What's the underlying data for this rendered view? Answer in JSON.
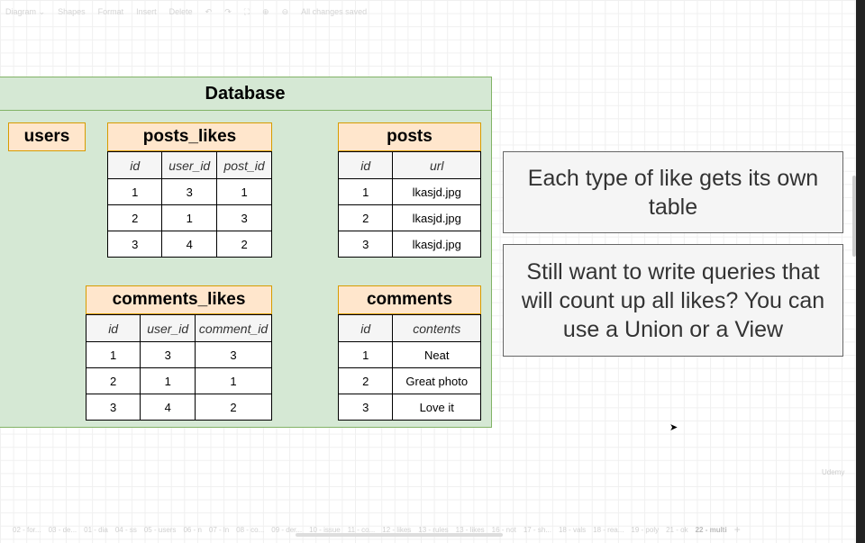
{
  "toolbar": {
    "diagram": "Diagram ⌄",
    "shapes": "Shapes",
    "format": "Format",
    "insert": "Insert",
    "delete": "Delete",
    "undo": "↶",
    "redo": "↷",
    "fullscreen": "⛶",
    "zoom_in": "⊕",
    "zoom_out": "⊖",
    "status": "All changes saved"
  },
  "database": {
    "title": "Database",
    "users": {
      "title": "users"
    },
    "posts_likes": {
      "title": "posts_likes",
      "headers": [
        "id",
        "user_id",
        "post_id"
      ],
      "rows": [
        [
          "1",
          "3",
          "1"
        ],
        [
          "2",
          "1",
          "3"
        ],
        [
          "3",
          "4",
          "2"
        ]
      ]
    },
    "posts": {
      "title": "posts",
      "headers": [
        "id",
        "url"
      ],
      "rows": [
        [
          "1",
          "lkasjd.jpg"
        ],
        [
          "2",
          "lkasjd.jpg"
        ],
        [
          "3",
          "lkasjd.jpg"
        ]
      ]
    },
    "comments_likes": {
      "title": "comments_likes",
      "headers": [
        "id",
        "user_id",
        "comment_id"
      ],
      "rows": [
        [
          "1",
          "3",
          "3"
        ],
        [
          "2",
          "1",
          "1"
        ],
        [
          "3",
          "4",
          "2"
        ]
      ]
    },
    "comments": {
      "title": "comments",
      "headers": [
        "id",
        "contents"
      ],
      "rows": [
        [
          "1",
          "Neat"
        ],
        [
          "2",
          "Great photo"
        ],
        [
          "3",
          "Love it"
        ]
      ]
    }
  },
  "notes": [
    "Each type of like gets its own table",
    "Still want to write queries that will count up all likes? You can use a Union or a View"
  ],
  "tabs": [
    "02 - for...",
    "03 - de...",
    "01 - dia",
    "04 - ss",
    "05 - users",
    "06 - n",
    "07 - ln",
    "08 - co...",
    "09 - der...",
    "10 - issue",
    "11 - co...",
    "12 - likes",
    "13 - rules",
    "13 - likes",
    "16 - not",
    "17 - sh...",
    "18 - vals",
    "18 - rea...",
    "19 - poly",
    "21 - ok",
    "22 - multi"
  ],
  "active_tab": "22 - multi",
  "add_tab": "+",
  "watermark": "Udemy"
}
